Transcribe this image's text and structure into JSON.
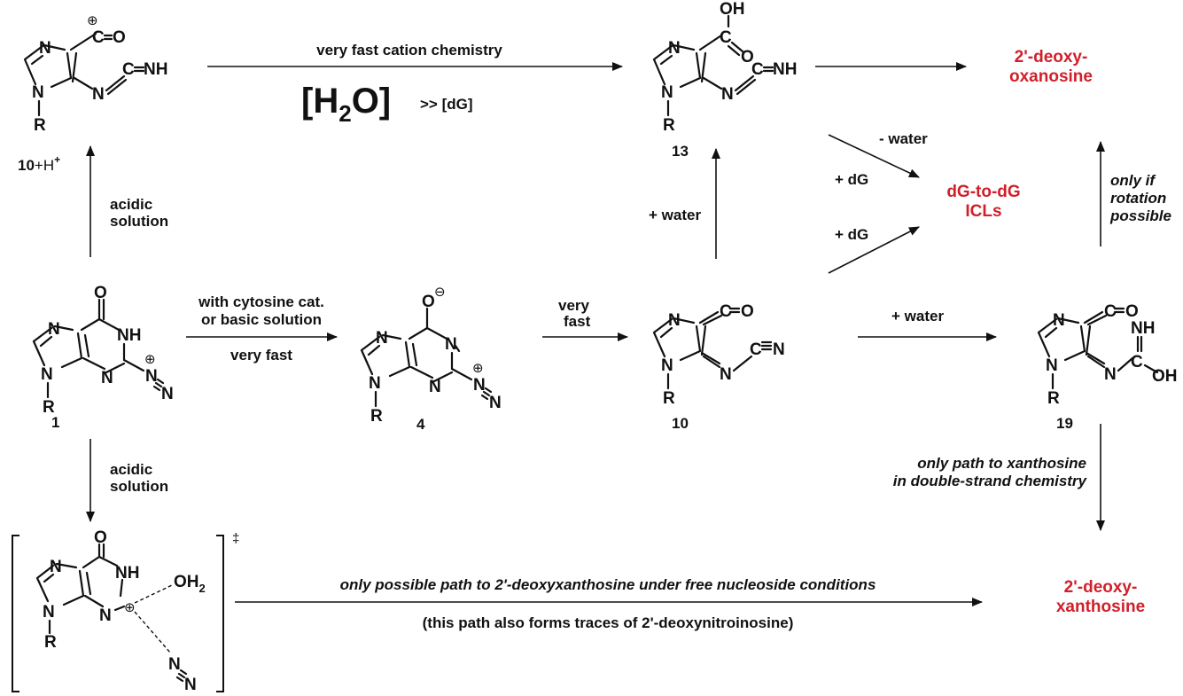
{
  "compounds": {
    "c10h": {
      "label_bold": "10",
      "label_rest": "+H",
      "label_sup": "+"
    },
    "c13": {
      "label": "13"
    },
    "c1": {
      "label": "1"
    },
    "c4": {
      "label": "4"
    },
    "c10": {
      "label": "10"
    },
    "c19": {
      "label": "19"
    }
  },
  "atoms": {
    "N": "N",
    "R": "R",
    "C": "C",
    "O": "O",
    "OH": "OH",
    "NH": "NH",
    "H": "H",
    "plus": "⊕",
    "minus": "⊖",
    "ts": "‡"
  },
  "reactions": {
    "cation": {
      "label": "very fast cation chemistry",
      "h2o_main": "[H",
      "h2o_sub": "2",
      "h2o_end": "O]",
      "vs": ">> [dG]"
    },
    "acidic_up": {
      "line1": "acidic",
      "line2": "solution"
    },
    "acidic_down": {
      "line1": "acidic",
      "line2": "solution"
    },
    "cytosine": {
      "line1": "with cytosine cat.",
      "line2": "or basic solution",
      "line3": "very fast"
    },
    "very_fast": {
      "line1": "very",
      "line2": "fast"
    },
    "plus_water_up": {
      "label": "+ water"
    },
    "plus_water_right": {
      "label": "+ water"
    },
    "minus_water": {
      "label": "- water"
    },
    "plus_dg_1": {
      "label": "+ dG"
    },
    "plus_dg_2": {
      "label": "+ dG"
    },
    "rotation": {
      "line1": "only if",
      "line2": "rotation",
      "line3": "possible"
    },
    "xanthosine_ds": {
      "line1": "only path to xanthosine",
      "line2": "in double-strand chemistry"
    },
    "free_nucleoside": {
      "line1": "only possible path to 2'-deoxyxanthosine under free nucleoside conditions",
      "line2": "(this path also forms traces of 2'-deoxynitroinosine)"
    }
  },
  "products": {
    "oxanosine": {
      "line1": "2'-deoxy-",
      "line2": "oxanosine"
    },
    "icl": {
      "line1": "dG-to-dG",
      "line2": "ICLs"
    },
    "xanthosine": {
      "line1": "2'-deoxy-",
      "line2": "xanthosine"
    }
  },
  "colors": {
    "product": "#d0202a",
    "ink": "#111111"
  }
}
